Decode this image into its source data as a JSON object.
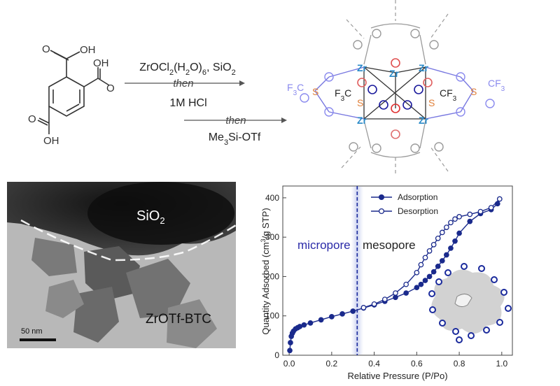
{
  "scheme": {
    "reagent_top": "ZrOCl2(H2O)6, SiO2",
    "then1": "then",
    "reagent_mid": "1M HCl",
    "then2": "then",
    "reagent_bottom": "Me3Si-OTf",
    "btc_oh": "OH",
    "zr_label": "Zr",
    "o_label": "O",
    "s_label": "S",
    "cf3_label": "CF3"
  },
  "tem": {
    "silica_label": "SiO2",
    "framework_label": "ZrOTf-BTC",
    "scale_bar": "50 nm"
  },
  "chart_data": {
    "type": "scatter",
    "xlabel": "Relative Pressure (P/Po)",
    "ylabel": "Quantity Adsorbed (cm3/g STP)",
    "xlim": [
      -0.03,
      1.05
    ],
    "ylim": [
      0,
      430
    ],
    "xticks": [
      "0.0",
      "0.2",
      "0.4",
      "0.6",
      "0.8",
      "1.0"
    ],
    "yticks": [
      "0",
      "100",
      "200",
      "300",
      "400"
    ],
    "legend_position": "top-right",
    "divider_x": 0.32,
    "region_labels": [
      "micropore",
      "mesopore"
    ],
    "series": [
      {
        "name": "Adsorption",
        "marker": "filled",
        "color": "#1a2a8c",
        "x": [
          0.003,
          0.006,
          0.01,
          0.015,
          0.02,
          0.03,
          0.04,
          0.05,
          0.07,
          0.1,
          0.15,
          0.2,
          0.25,
          0.3,
          0.35,
          0.4,
          0.45,
          0.5,
          0.55,
          0.6,
          0.62,
          0.64,
          0.66,
          0.68,
          0.7,
          0.72,
          0.74,
          0.76,
          0.78,
          0.8,
          0.85,
          0.9,
          0.95,
          0.98,
          0.99
        ],
        "y": [
          12,
          32,
          48,
          56,
          61,
          67,
          70,
          73,
          77,
          82,
          90,
          98,
          105,
          112,
          120,
          128,
          137,
          147,
          158,
          172,
          180,
          190,
          200,
          212,
          226,
          240,
          255,
          272,
          290,
          310,
          340,
          360,
          370,
          385,
          397
        ]
      },
      {
        "name": "Desorption",
        "marker": "open",
        "color": "#1a2a8c",
        "x": [
          0.99,
          0.95,
          0.9,
          0.85,
          0.8,
          0.78,
          0.76,
          0.74,
          0.72,
          0.7,
          0.68,
          0.66,
          0.64,
          0.62,
          0.6,
          0.55,
          0.5,
          0.45,
          0.4,
          0.35
        ],
        "y": [
          397,
          375,
          365,
          358,
          352,
          346,
          337,
          325,
          312,
          297,
          281,
          265,
          248,
          230,
          210,
          180,
          158,
          142,
          130,
          121
        ]
      }
    ]
  }
}
